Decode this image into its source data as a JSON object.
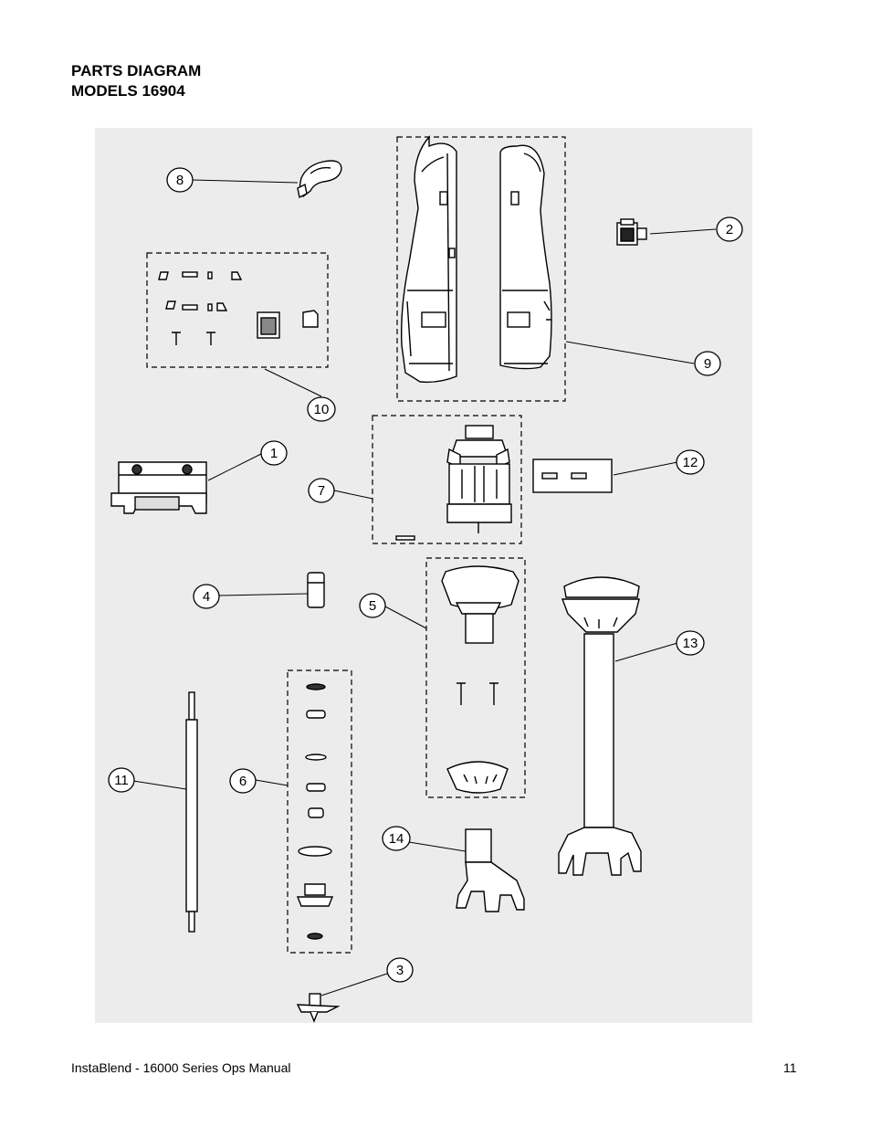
{
  "header": {
    "line1": "PARTS DIAGRAM",
    "line2": "MODELS 16904"
  },
  "callouts": [
    {
      "id": "callout-1",
      "label": "1"
    },
    {
      "id": "callout-2",
      "label": "2"
    },
    {
      "id": "callout-3",
      "label": "3"
    },
    {
      "id": "callout-4",
      "label": "4"
    },
    {
      "id": "callout-5",
      "label": "5"
    },
    {
      "id": "callout-6",
      "label": "6"
    },
    {
      "id": "callout-7",
      "label": "7"
    },
    {
      "id": "callout-8",
      "label": "8"
    },
    {
      "id": "callout-9",
      "label": "9"
    },
    {
      "id": "callout-10",
      "label": "10"
    },
    {
      "id": "callout-11",
      "label": "11"
    },
    {
      "id": "callout-12",
      "label": "12"
    },
    {
      "id": "callout-13",
      "label": "13"
    },
    {
      "id": "callout-14",
      "label": "14"
    }
  ],
  "footer": {
    "manual": "InstaBlend - 16000 Series Ops Manual",
    "page": "11"
  }
}
